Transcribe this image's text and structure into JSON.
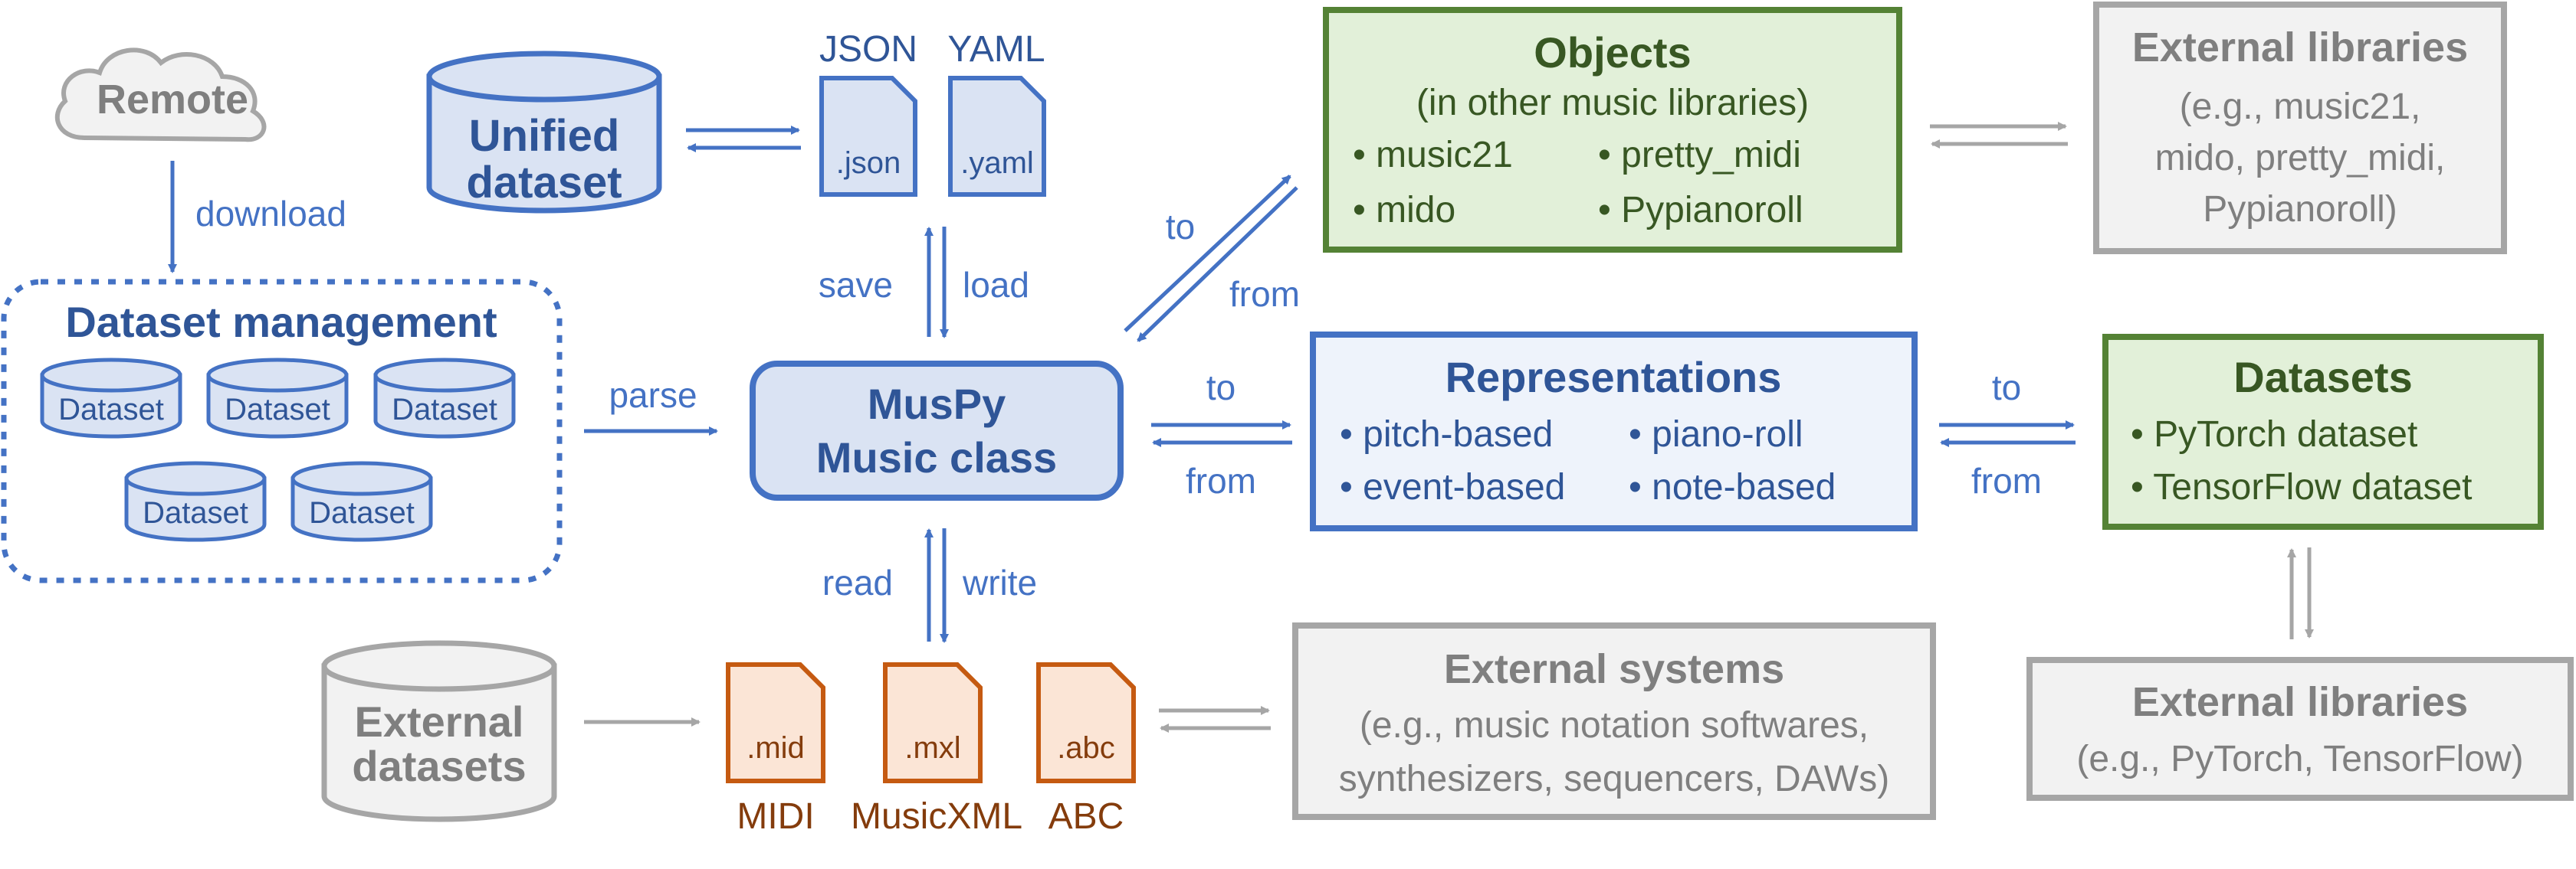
{
  "colors": {
    "blue": "#4472C4",
    "blue_dark": "#2F5597",
    "blue_fill": "#DAE3F3",
    "blue_fill_light": "#EEF3FB",
    "green": "#548235",
    "green_dark": "#385723",
    "green_fill": "#E2F0D9",
    "gray": "#A6A6A6",
    "gray_text": "#7F7F7F",
    "gray_fill": "#F2F2F2",
    "brown": "#C55A11",
    "brown_text": "#843C0C",
    "brown_fill": "#FBE5D6"
  },
  "remote": {
    "label": "Remote",
    "icon": "cloud-icon"
  },
  "edge_labels": {
    "download": "download",
    "parse": "parse",
    "save": "save",
    "load": "load",
    "read": "read",
    "write": "write",
    "to_objects": "to",
    "from_objects": "from",
    "to_representations": "to",
    "from_representations": "from",
    "to_datasets": "to",
    "from_datasets": "from"
  },
  "unified_dataset": {
    "line1": "Unified",
    "line2": "dataset"
  },
  "file_formats_top": [
    {
      "label": "JSON",
      "ext": ".json"
    },
    {
      "label": "YAML",
      "ext": ".yaml"
    }
  ],
  "dataset_management": {
    "title": "Dataset management",
    "items": [
      "Dataset",
      "Dataset",
      "Dataset",
      "Dataset",
      "Dataset"
    ]
  },
  "music_class": {
    "line1": "MusPy",
    "line2": "Music class"
  },
  "objects": {
    "title": "Objects",
    "subtitle": "(in other music libraries)",
    "items": [
      "music21",
      "pretty_midi",
      "mido",
      "Pypianoroll"
    ]
  },
  "external_libraries_top": {
    "title": "External libraries",
    "lines": [
      "(e.g., music21,",
      "mido, pretty_midi,",
      "Pypianoroll)"
    ]
  },
  "representations": {
    "title": "Representations",
    "items": [
      "pitch-based",
      "piano-roll",
      "event-based",
      "note-based"
    ]
  },
  "datasets": {
    "title": "Datasets",
    "items": [
      "PyTorch dataset",
      "TensorFlow dataset"
    ]
  },
  "external_libraries_bottom": {
    "title": "External libraries",
    "line": "(e.g., PyTorch, TensorFlow)"
  },
  "external_datasets": {
    "line1": "External",
    "line2": "datasets"
  },
  "file_formats_bottom": [
    {
      "label": "MIDI",
      "ext": ".mid"
    },
    {
      "label": "MusicXML",
      "ext": ".mxl"
    },
    {
      "label": "ABC",
      "ext": ".abc"
    }
  ],
  "external_systems": {
    "title": "External systems",
    "lines": [
      "(e.g., music notation softwares,",
      "synthesizers, sequencers, DAWs)"
    ]
  }
}
